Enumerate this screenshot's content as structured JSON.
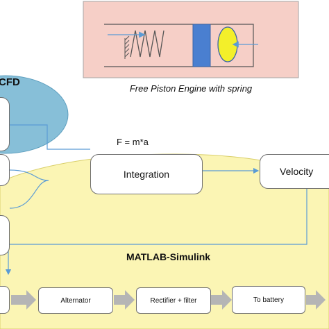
{
  "engine_caption": "Free Piston Engine with spring",
  "cfd_label": "CFD",
  "equation": "F = m*a",
  "blocks": {
    "integration": "Integration",
    "velocity": "Velocity",
    "alternator": "Alternator",
    "rectifier": "Rectifier + filter",
    "battery": "To battery"
  },
  "matlab_label": "MATLAB-Simulink",
  "colors": {
    "engine_bg": "#f6cfc7",
    "piston": "#4a7fd0",
    "ellipse_fill": "#f3ef2a",
    "cfd_fill": "#87bfd8",
    "matlab_fill": "#fbf5b4",
    "arrow_blue": "#5a9bd5",
    "chevron": "#b5b5b5"
  }
}
